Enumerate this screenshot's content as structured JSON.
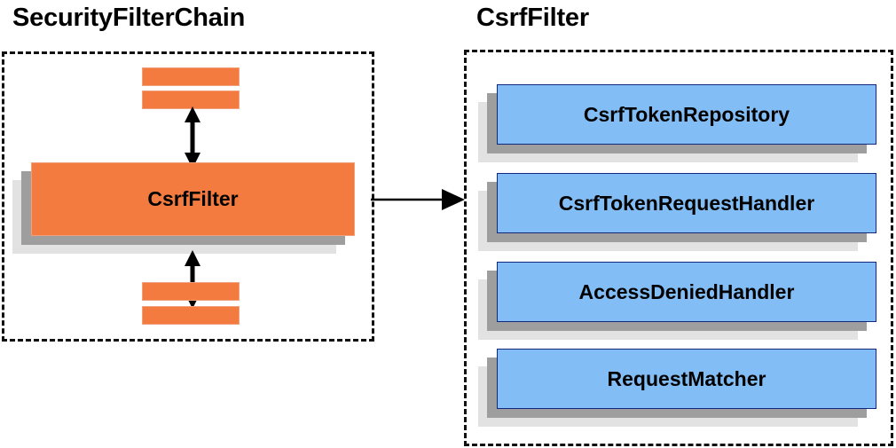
{
  "diagram": {
    "title_left": "SecurityFilterChain",
    "title_right": "CsrfFilter",
    "colors": {
      "orange_fill": "#f47b3f",
      "orange_border": "#f0a07a",
      "blue_fill": "#82bdf6",
      "blue_border": "#12287e",
      "shadow_mid": "#9e9e9e",
      "shadow_back": "#e2e2e2",
      "panel_border": "#111111",
      "arrow": "#000000",
      "text": "#000000"
    }
  },
  "left_panel": {
    "title": "SecurityFilterChain",
    "main_filter": {
      "label": "CsrfFilter"
    },
    "bars_above": [
      {
        "label": ""
      },
      {
        "label": ""
      }
    ],
    "bars_below": [
      {
        "label": ""
      },
      {
        "label": ""
      }
    ]
  },
  "right_panel": {
    "title": "CsrfFilter",
    "collaborators": [
      {
        "label": "CsrfTokenRepository"
      },
      {
        "label": "CsrfTokenRequestHandler"
      },
      {
        "label": "AccessDeniedHandler"
      },
      {
        "label": "RequestMatcher"
      }
    ]
  },
  "connectors": {
    "chain_to_filter_top": "double-headed-arrow",
    "chain_to_filter_bottom": "double-headed-arrow",
    "filter_to_detail": "arrow-right"
  }
}
